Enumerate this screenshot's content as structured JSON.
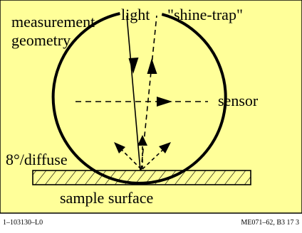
{
  "panel_color": "#ffff99",
  "labels": {
    "measurement_line1": "measurement",
    "measurement_line2": "geometry",
    "light": "light",
    "shine_trap": "\"shine-trap\"",
    "sensor": "sensor",
    "angle": "8°/diffuse",
    "surface": "sample surface"
  },
  "footer": {
    "left": "1–103130–L0",
    "right": "ME071–62, B3  17 3"
  }
}
